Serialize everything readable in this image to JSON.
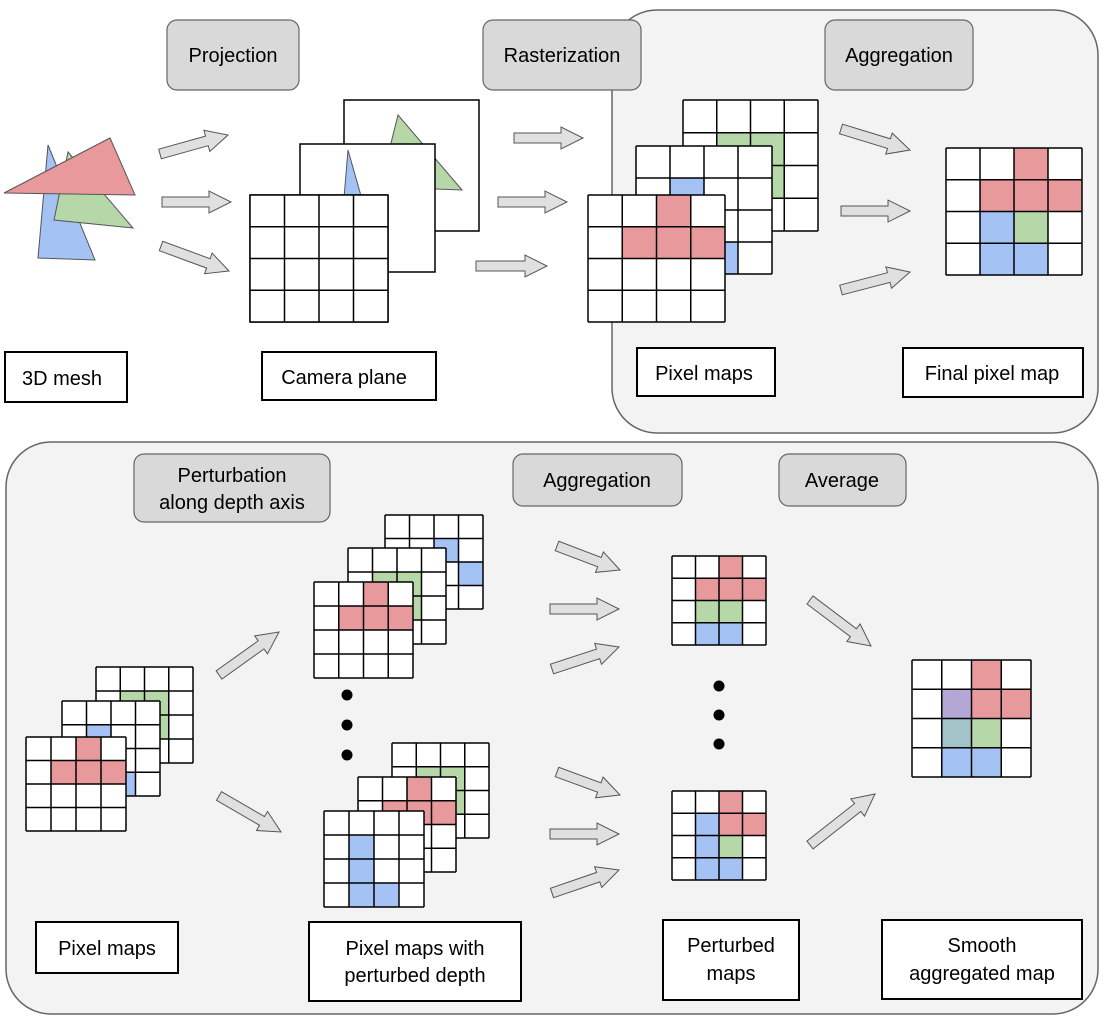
{
  "steps": {
    "projection": "Projection",
    "rasterization": "Rasterization",
    "aggregation_top": "Aggregation",
    "perturbation_line1": "Perturbation",
    "perturbation_line2": "along depth axis",
    "aggregation_bottom": "Aggregation",
    "average": "Average"
  },
  "labels": {
    "mesh": "3D mesh",
    "camera_plane": "Camera plane",
    "pixel_maps_top": "Pixel maps",
    "final_pixel_map": "Final pixel map",
    "pixel_maps_bottom": "Pixel maps",
    "perturbed_depth_line1": "Pixel maps with",
    "perturbed_depth_line2": "perturbed depth",
    "perturbed_maps_line1": "Perturbed",
    "perturbed_maps_line2": "maps",
    "smooth_line1": "Smooth",
    "smooth_line2": "aggregated map"
  },
  "colors": {
    "red": "#e8999b",
    "green": "#b6d7a8",
    "blue": "#a4c2f4",
    "purple": "#b4a7d6",
    "teal": "#a2c4c9",
    "arrow_fill": "#e0e0e0",
    "step_box_fill": "#d9d9d9",
    "panel_fill": "#f3f3f3"
  }
}
